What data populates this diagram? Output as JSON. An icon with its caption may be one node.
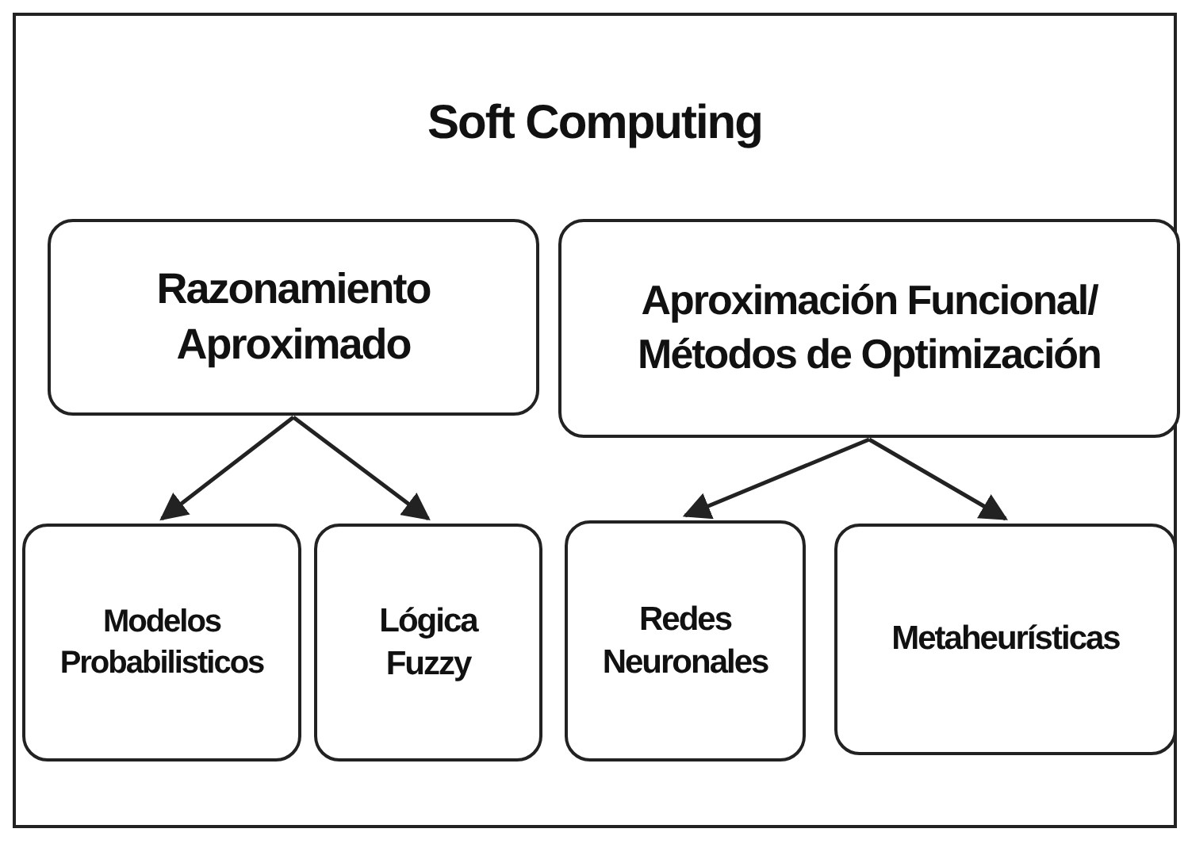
{
  "diagram": {
    "nodes": [
      {
        "text": [
          "Soft Computing"
        ]
      },
      {
        "text": [
          "Razonamiento Aproximado"
        ],
        "in": 0
      },
      {
        "text": [
          "Aproximación Funcional/ Métodos de Optimización"
        ],
        "in": 0
      },
      {
        "text": [
          "Modelos Probabilisticos"
        ],
        "in": 0
      },
      {
        "text": [
          "Lógica Fuzzy"
        ],
        "in": 0
      },
      {
        "text": [
          "Redes Neuronales"
        ],
        "in": 0
      },
      {
        "text": [
          "Metaheurísticas"
        ],
        "in": 0
      }
    ],
    "edges": [
      {
        "from": 1,
        "to": 3,
        "arrow": "to"
      },
      {
        "from": 1,
        "to": 4,
        "arrow": "to"
      },
      {
        "from": 2,
        "to": 5,
        "arrow": "to"
      },
      {
        "from": 2,
        "to": 6,
        "arrow": "to"
      }
    ]
  }
}
